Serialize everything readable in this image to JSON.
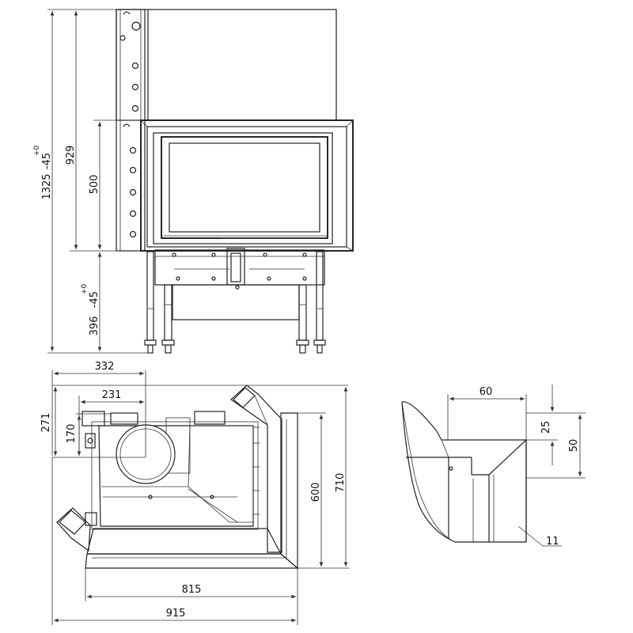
{
  "front_view": {
    "dim_overall_height": "1325",
    "dim_overall_height_tol_upper": "+0",
    "dim_overall_height_tol_lower": "-45",
    "dim_top_height": "929",
    "dim_door_height": "500",
    "dim_base_height": "396",
    "dim_base_height_tol_upper": "+0",
    "dim_base_height_tol_lower": "-45"
  },
  "plan_view": {
    "dim_flue_x": "332",
    "dim_left_x": "231",
    "dim_flue_y": "271",
    "dim_left_y": "170",
    "dim_depth_inner": "600",
    "dim_depth_outer": "710",
    "dim_width_inner": "815",
    "dim_width_outer": "915"
  },
  "detail_view": {
    "dim_width": "60",
    "dim_offset": "25",
    "dim_height": "50",
    "callout": "11"
  }
}
